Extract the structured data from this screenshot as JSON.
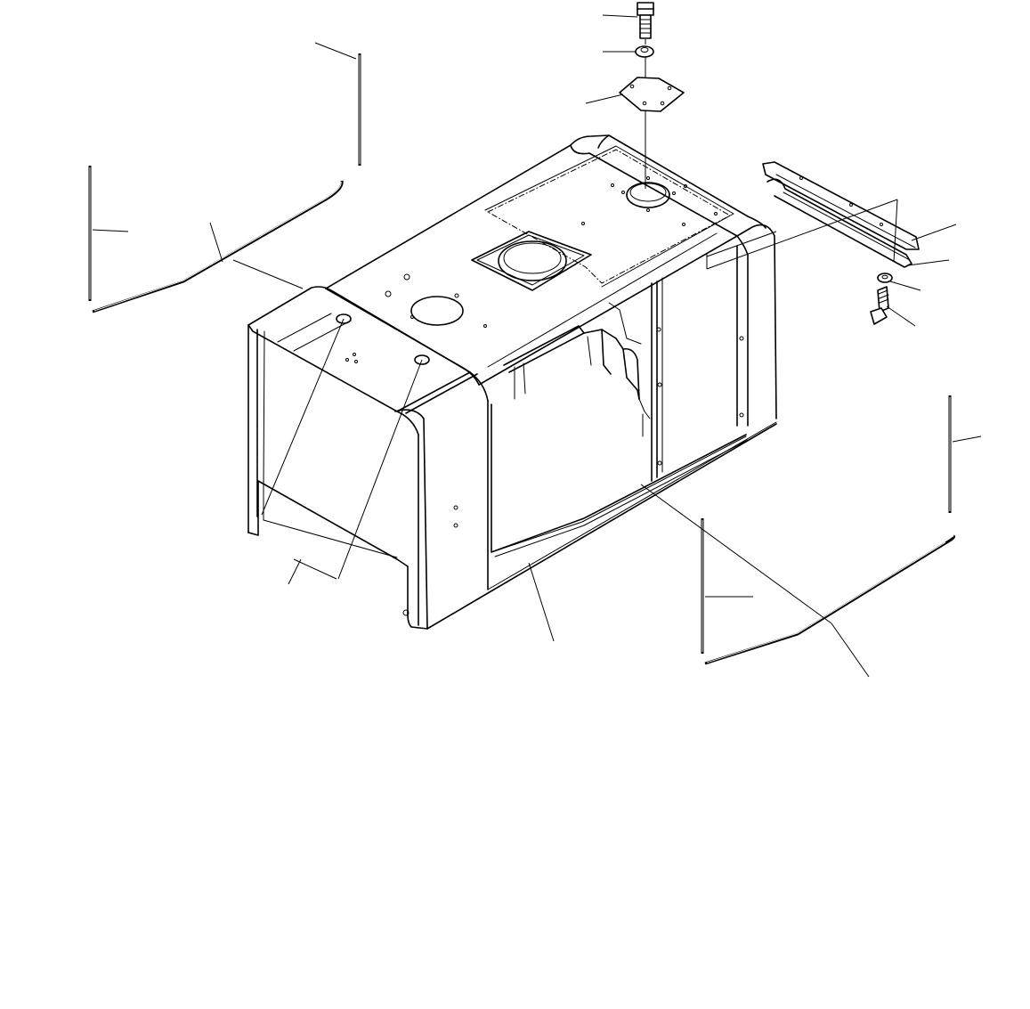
{
  "diagram": {
    "background": "#ffffff",
    "line_color": "#000000",
    "parts": [
      {
        "name": "bolt"
      },
      {
        "name": "washer"
      },
      {
        "name": "cover-plate"
      },
      {
        "name": "cab-frame"
      },
      {
        "name": "seal-left-vertical"
      },
      {
        "name": "seal-left-front-vertical"
      },
      {
        "name": "seal-left-bottom"
      },
      {
        "name": "seal-right-vertical"
      },
      {
        "name": "seal-right-front-vertical"
      },
      {
        "name": "seal-right-bottom"
      },
      {
        "name": "bracket"
      },
      {
        "name": "bracket-strip"
      },
      {
        "name": "washer-right"
      },
      {
        "name": "bolt-right"
      }
    ]
  }
}
